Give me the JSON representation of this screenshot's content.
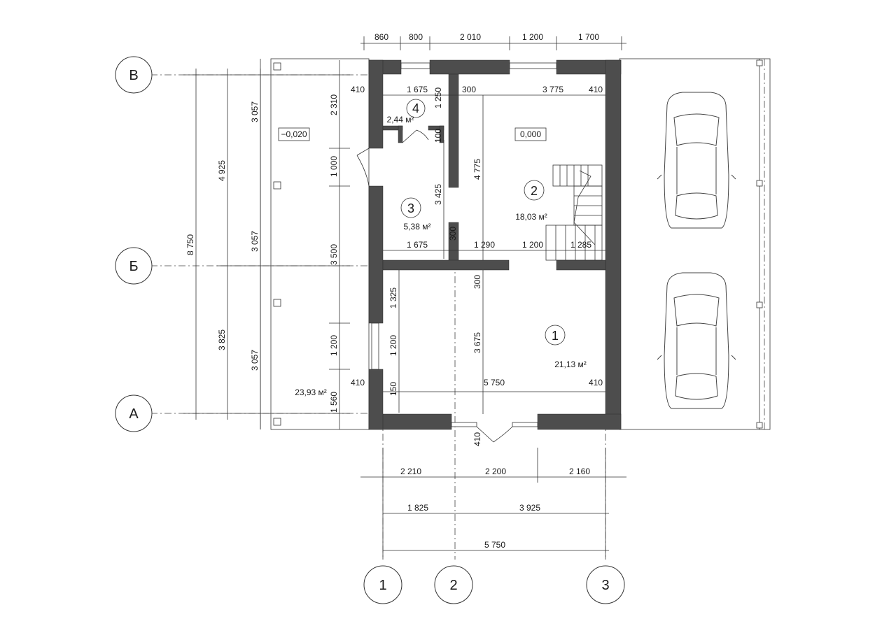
{
  "axes": {
    "rows": [
      "В",
      "Б",
      "А"
    ],
    "cols": [
      "1",
      "2",
      "3"
    ]
  },
  "levels": {
    "terrace": "−0,020",
    "floor": "0,000"
  },
  "rooms": [
    {
      "num": "1",
      "area": "21,13 м²"
    },
    {
      "num": "2",
      "area": "18,03 м²"
    },
    {
      "num": "3",
      "area": "5,38 м²"
    },
    {
      "num": "4",
      "area": "2,44 м²"
    }
  ],
  "terrace_area": "23,93 м²",
  "dims": {
    "top": [
      "860",
      "800",
      "2 010",
      "1 200",
      "1 700"
    ],
    "bottom1": [
      "2 210",
      "2 200",
      "2 160"
    ],
    "bottom2": [
      "1 825",
      "3 925"
    ],
    "bottom3": "5 750",
    "left_total": "8 750",
    "left_outer": [
      "4 925",
      "3 825"
    ],
    "left_mid": [
      "3 057",
      "3 057",
      "3 057"
    ],
    "left_inner": [
      "2 310",
      "1 000",
      "3 500",
      "1 200",
      "1 560"
    ],
    "interior": {
      "r4_410": "410",
      "r4_1675": "1 675",
      "r4_1250": "1 250",
      "r4_300": "300",
      "r2_3775": "3 775",
      "r2_410": "410",
      "r4_100": "100",
      "v_4775": "4 775",
      "v_3425": "3 425",
      "v_300a": "300",
      "h_1675": "1 675",
      "h_1290": "1 290",
      "h_1200": "1 200",
      "h_1285": "1 285",
      "v_300b": "300",
      "v_1325": "1 325",
      "v_1200": "1 200",
      "v_3675": "3 675",
      "v_150": "150",
      "h_410a": "410",
      "h_5750": "5 750",
      "h_410b": "410",
      "door_410": "410"
    }
  }
}
